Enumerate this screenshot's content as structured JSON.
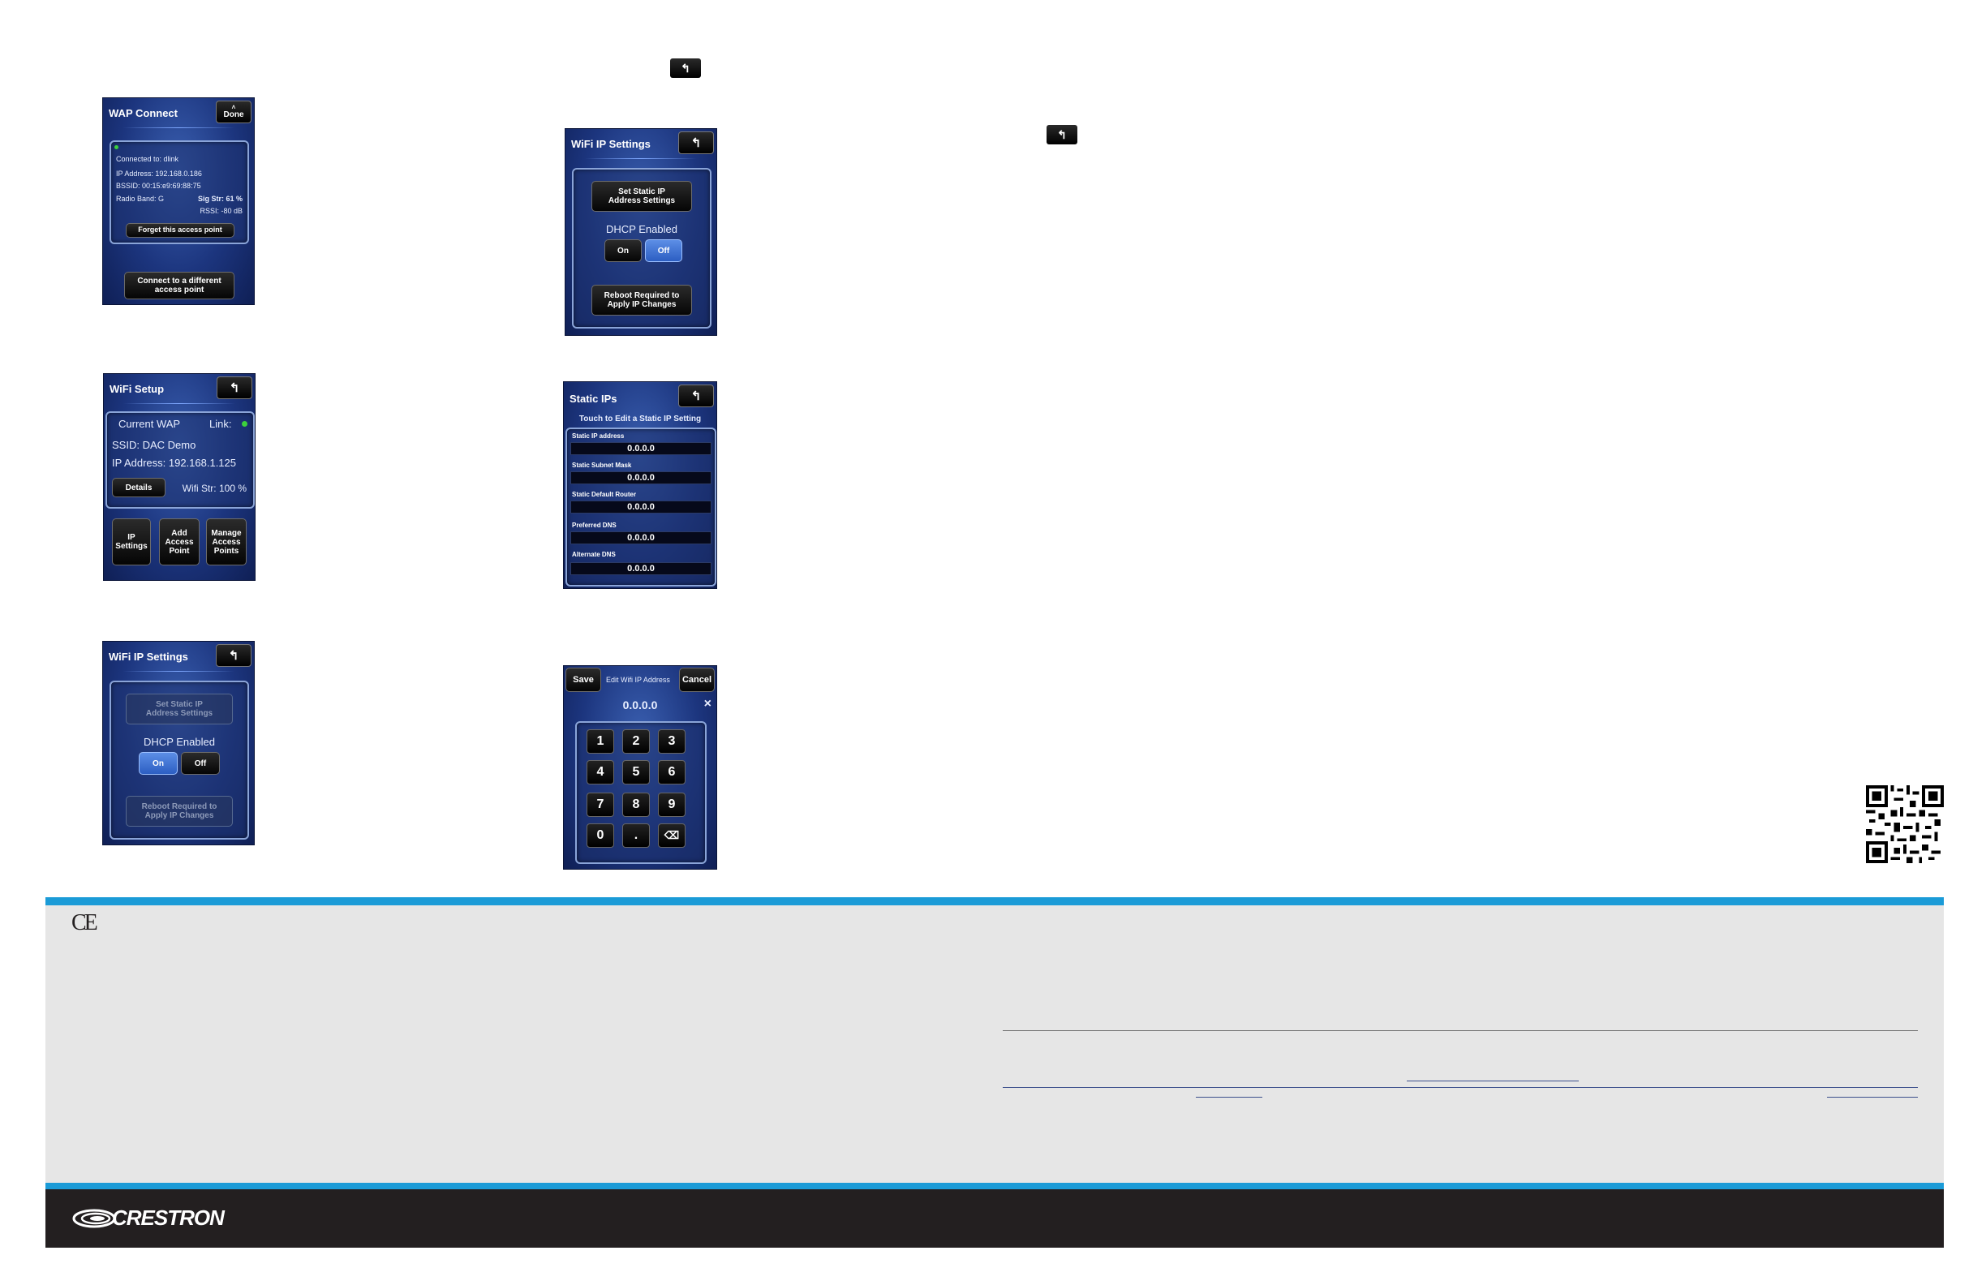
{
  "wap_connect": {
    "title": "WAP Connect",
    "done_label": "Done",
    "connected_to": "Connected to: dlink",
    "ip_address": "IP Address: 192.168.0.186",
    "bssid": "BSSID: 00:15:e9:69:88:75",
    "radio_band": "Radio Band: G",
    "sig_str": "Sig Str: 61 %",
    "rssi": "RSSI: -80 dB",
    "forget_label": "Forget this access point",
    "connect_diff_line1": "Connect to a different",
    "connect_diff_line2": "access point"
  },
  "wifi_setup": {
    "title": "WiFi Setup",
    "back_label": "↰",
    "current_wap": "Current WAP",
    "link": "Link:",
    "ssid": "SSID: DAC Demo",
    "ip_address": "IP Address: 192.168.1.125",
    "details_label": "Details",
    "wifi_str": "Wifi Str: 100 %",
    "ip_settings_label": "IP Settings",
    "add_ap_label": "Add Access Point",
    "manage_ap_label": "Manage Access Points"
  },
  "wifi_ip_dhcp_on": {
    "title": "WiFi IP Settings",
    "set_static_line1": "Set Static IP",
    "set_static_line2": "Address Settings",
    "dhcp_label": "DHCP Enabled",
    "on_label": "On",
    "off_label": "Off",
    "reboot_line1": "Reboot Required to",
    "reboot_line2": "Apply IP Changes"
  },
  "wifi_ip_dhcp_off": {
    "title": "WiFi IP Settings",
    "set_static_line1": "Set Static IP",
    "set_static_line2": "Address Settings",
    "dhcp_label": "DHCP Enabled",
    "on_label": "On",
    "off_label": "Off",
    "reboot_line1": "Reboot Required to",
    "reboot_line2": "Apply IP Changes"
  },
  "static_ips": {
    "title": "Static IPs",
    "subtitle": "Touch to Edit a Static IP Setting",
    "fields": [
      {
        "label": "Static IP address",
        "value": "0.0.0.0"
      },
      {
        "label": "Static Subnet Mask",
        "value": "0.0.0.0"
      },
      {
        "label": "Static Default Router",
        "value": "0.0.0.0"
      },
      {
        "label": "Preferred DNS",
        "value": "0.0.0.0"
      },
      {
        "label": "Alternate DNS",
        "value": "0.0.0.0"
      }
    ]
  },
  "edit_ip": {
    "save_label": "Save",
    "title": "Edit Wifi IP Address",
    "cancel_label": "Cancel",
    "value": "0.0.0.0",
    "clear_label": "×",
    "keys": [
      "1",
      "2",
      "3",
      "4",
      "5",
      "6",
      "7",
      "8",
      "9",
      "0",
      ".",
      "⌫"
    ]
  },
  "icons": {
    "back_icon": "↰",
    "ce_mark": "CE"
  },
  "footer": {
    "top_bar_color": "#1b9bd7",
    "panel_color": "#e6e6e6",
    "bottom_bar_color": "#231f20",
    "brand": "CRESTRON"
  }
}
